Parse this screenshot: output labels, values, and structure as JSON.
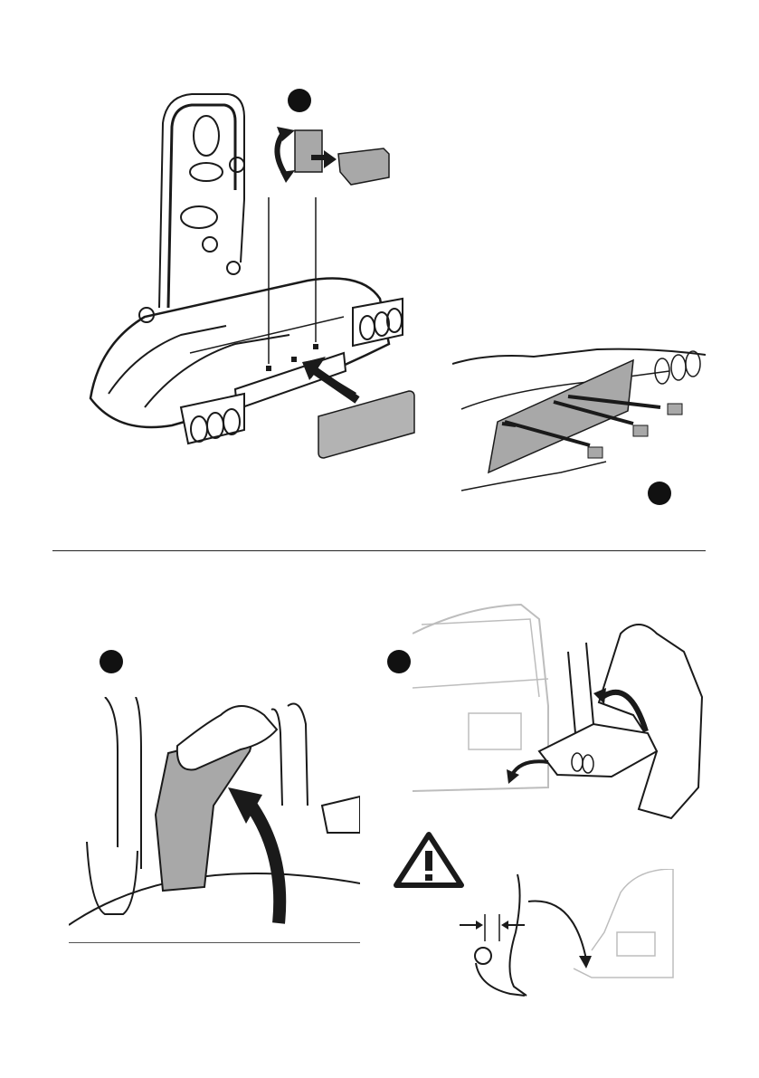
{
  "document": {
    "type": "assembly-instructions",
    "steps": [
      {
        "id": "step-1",
        "marker": "filled-circle"
      },
      {
        "id": "step-2",
        "marker": "filled-circle"
      },
      {
        "id": "step-3",
        "marker": "filled-circle"
      },
      {
        "id": "step-4",
        "marker": "filled-circle"
      }
    ],
    "icons": [
      "warning-icon",
      "arrow-icon",
      "bike-carrier",
      "license-plate",
      "car-outline",
      "person-outline"
    ]
  },
  "colors": {
    "ink": "#1a1a1a",
    "gray_fill": "#a8a8a8",
    "light_line": "#bdbdbd",
    "plate": "#b3b3b3"
  }
}
